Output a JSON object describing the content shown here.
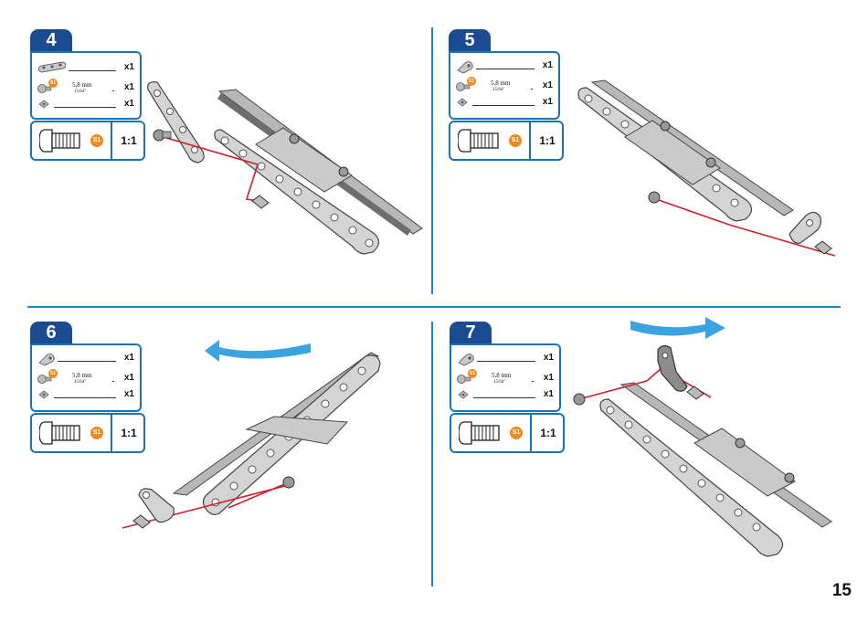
{
  "page": {
    "number": "15"
  },
  "steps": [
    {
      "number": "4",
      "parts": [
        {
          "icon": "strip-icon",
          "qty": "x1"
        },
        {
          "icon": "screw-icon",
          "badge": "S1",
          "size_mm": "5,8 mm",
          "size_in": "15/64\"",
          "qty": "x1"
        },
        {
          "icon": "nut-icon",
          "qty": "x1"
        }
      ],
      "tool": {
        "icon": "screw-large-icon",
        "badge": "S1",
        "scale": "1:1"
      }
    },
    {
      "number": "5",
      "parts": [
        {
          "icon": "bracket-icon",
          "qty": "x1"
        },
        {
          "icon": "screw-icon",
          "badge": "S1",
          "size_mm": "5,8 mm",
          "size_in": "15/64\"",
          "qty": "x1"
        },
        {
          "icon": "nut-icon",
          "qty": "x1"
        }
      ],
      "tool": {
        "icon": "screw-large-icon",
        "badge": "S1",
        "scale": "1:1"
      }
    },
    {
      "number": "6",
      "parts": [
        {
          "icon": "bracket-icon",
          "qty": "x1"
        },
        {
          "icon": "screw-icon",
          "badge": "S1",
          "size_mm": "5,8 mm",
          "size_in": "15/64\"",
          "qty": "x1"
        },
        {
          "icon": "nut-icon",
          "qty": "x1"
        }
      ],
      "tool": {
        "icon": "screw-large-icon",
        "badge": "S1",
        "scale": "1:1"
      }
    },
    {
      "number": "7",
      "parts": [
        {
          "icon": "bracket-icon",
          "qty": "x1"
        },
        {
          "icon": "screw-icon",
          "badge": "S1",
          "size_mm": "5,8 mm",
          "size_in": "15/64\"",
          "qty": "x1"
        },
        {
          "icon": "nut-icon",
          "qty": "x1"
        }
      ],
      "tool": {
        "icon": "screw-large-icon",
        "badge": "S1",
        "scale": "1:1"
      }
    }
  ],
  "colors": {
    "accent": "#1f86c8",
    "tab": "#1b4c92",
    "badge": "#f08a1c",
    "guide_line": "#d0202a",
    "metal": "#c8c8c8"
  }
}
